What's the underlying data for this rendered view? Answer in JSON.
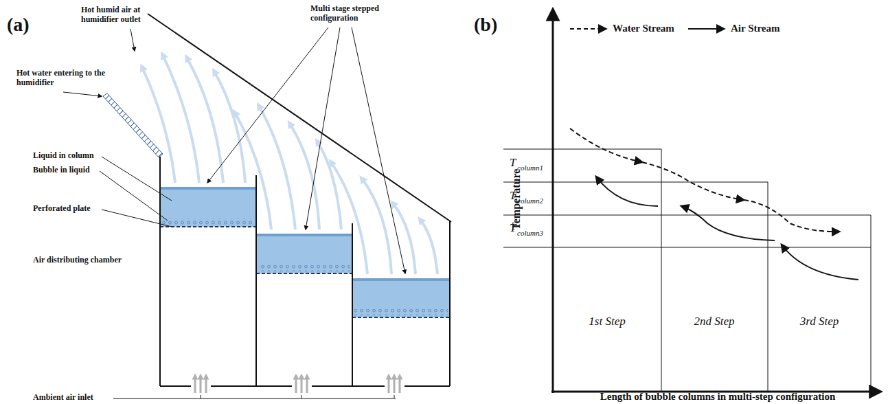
{
  "diagram": {
    "labels": [
      "(a)",
      "Multi stage stepped configuration",
      "Hot humid air at humidifier outlet",
      "Hot water entering to the humidifier",
      "Liquid in column",
      "Bubble in liquid",
      "Perforated plate",
      "Air distributing chamber",
      "Ambient air inlet",
      "(b)",
      "Temperature",
      "T",
      "column1",
      "T",
      "column2",
      "T",
      "column3",
      "1st Step",
      "2nd Step",
      "3rd Step",
      "Length of bubble columns in multi-step configuration"
    ],
    "legend": [
      {
        "text": "Water Stream"
      },
      {
        "text": "Air Stream"
      }
    ]
  }
}
